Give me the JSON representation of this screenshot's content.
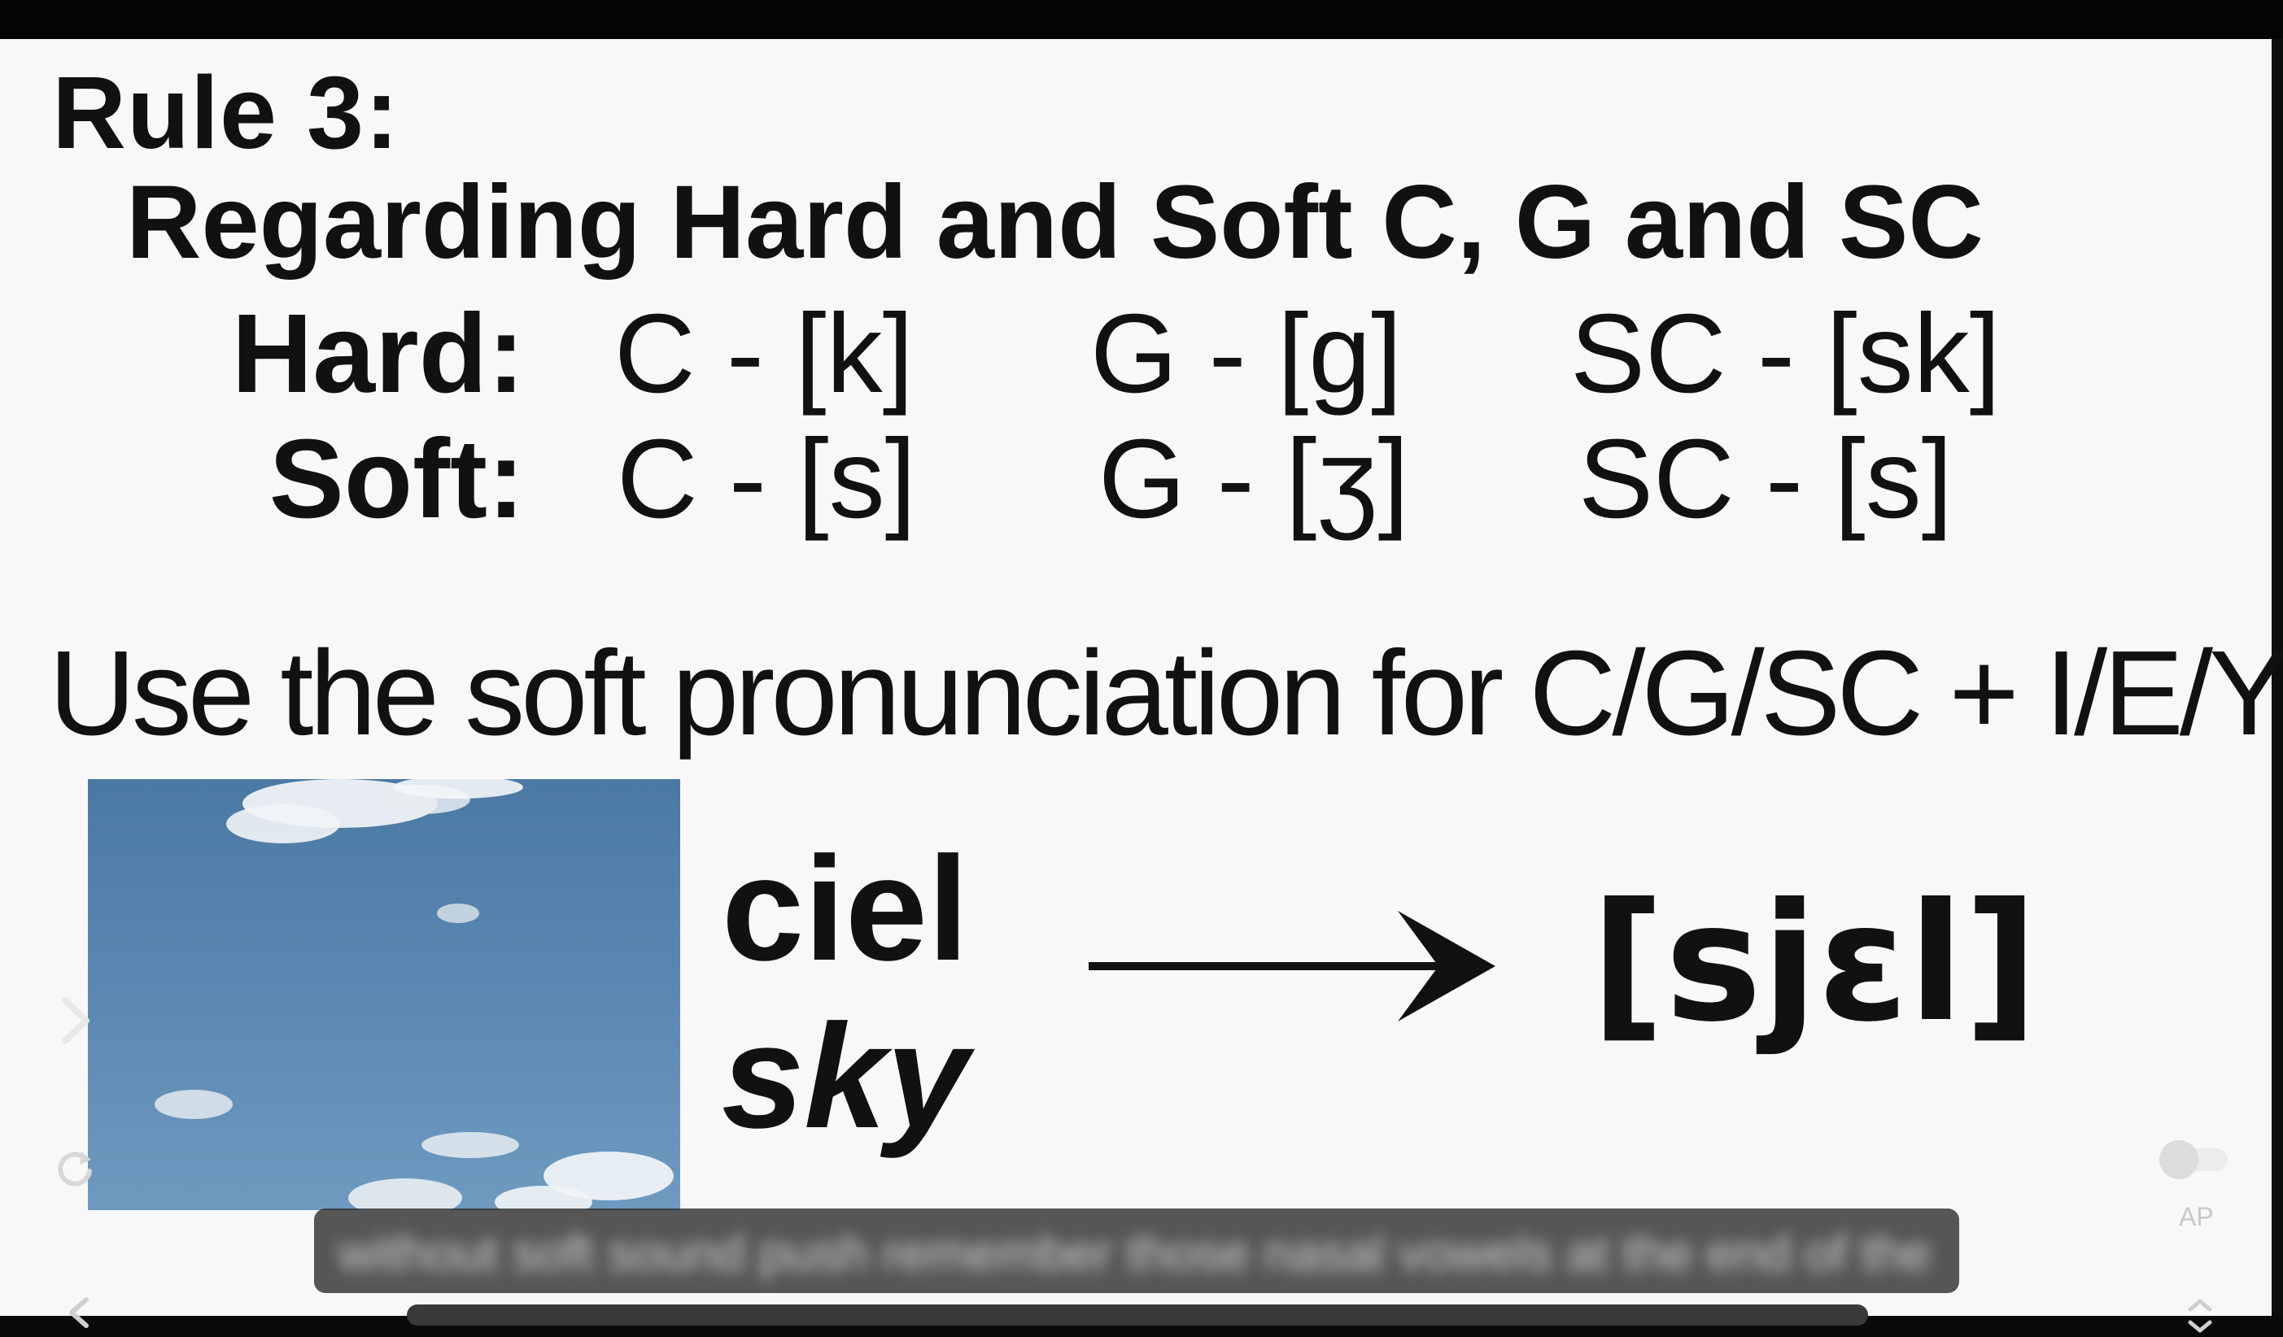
{
  "slide": {
    "rule_title": "Rule 3:",
    "subtitle": "Regarding Hard and Soft C, G and SC",
    "hard": {
      "label": "Hard:",
      "c": "C - [k]",
      "g": "G - [g]",
      "sc": "SC - [sk]"
    },
    "soft": {
      "label": "Soft:",
      "c": "C - [s]",
      "g": "G - [ʒ]",
      "sc": "SC - [s]"
    },
    "rule_text": "Use the soft pronunciation for C/G/SC + I/E/Y",
    "example": {
      "word_fr": "ciel",
      "word_en": "sky",
      "ipa": "[sjɛl]"
    }
  },
  "player": {
    "caption": "without soft sound push remember those nasal vowels at the end of the last",
    "badge": "AP",
    "icons": {
      "next": "chevron-right-icon",
      "replay": "refresh-icon",
      "toggle": "toggle-switch",
      "back": "chevron-left-icon",
      "expand": "chevron-up-down-icon"
    }
  },
  "colors": {
    "text": "#111111",
    "background": "#f8f8f8",
    "sky": "#5a86b0",
    "caption_bg": "#2b2b2b"
  }
}
